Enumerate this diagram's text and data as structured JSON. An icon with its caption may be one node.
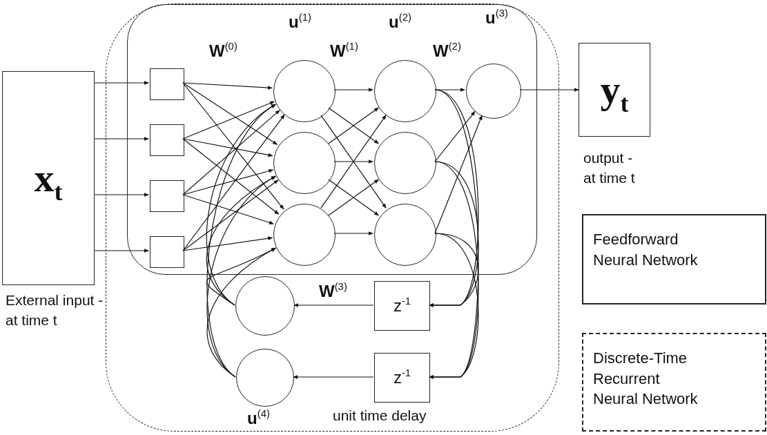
{
  "diagram": {
    "nodes": [
      {
        "text": [
          "x$_{t}$"
        ],
        "beside": [
          "External input - at time t"
        ]
      },
      {
        "text": [],
        "shape": "box"
      },
      {
        "text": [],
        "shape": "box",
        "in": 1
      },
      {
        "text": [],
        "shape": "box",
        "in": 2
      },
      {
        "text": [],
        "shape": "box",
        "in": 2
      },
      {
        "text": [],
        "shape": "box",
        "in": 2
      },
      {
        "text": [],
        "shape": "box",
        "in": 2
      },
      {
        "text": [],
        "shape": "circle",
        "in": 2
      },
      {
        "text": [],
        "shape": "circle",
        "in": 2
      },
      {
        "text": [],
        "shape": "circle",
        "in": 2
      },
      {
        "text": [],
        "shape": "circle",
        "in": 2
      },
      {
        "text": [],
        "shape": "circle",
        "in": 2
      },
      {
        "text": [],
        "shape": "circle",
        "in": 2
      },
      {
        "text": [],
        "shape": "circle",
        "in": 2
      },
      {
        "text": [],
        "shape": "circle",
        "in": 1
      },
      {
        "text": [],
        "shape": "circle",
        "in": 1
      },
      {
        "text": [
          "z$^{-1}$"
        ],
        "in": 1
      },
      {
        "text": [
          "z$^{-1}$"
        ],
        "in": 1
      },
      {
        "text": [
          "y$_{t}$"
        ],
        "beside": [
          "output - at time t"
        ]
      }
    ],
    "edges": [
      {
        "from": 0,
        "to": 3,
        "arrow": "to"
      },
      {
        "from": 0,
        "to": 4,
        "arrow": "to"
      },
      {
        "from": 0,
        "to": 5,
        "arrow": "to"
      },
      {
        "from": 0,
        "to": 6,
        "arrow": "to"
      },
      {
        "from": 3,
        "to": 7,
        "arrow": "to"
      },
      {
        "from": 3,
        "to": 8,
        "arrow": "to"
      },
      {
        "from": 3,
        "to": 9,
        "arrow": "to"
      },
      {
        "from": 4,
        "to": 7,
        "arrow": "to"
      },
      {
        "from": 4,
        "to": 8,
        "arrow": "to"
      },
      {
        "from": 4,
        "to": 9,
        "arrow": "to"
      },
      {
        "from": 5,
        "to": 7,
        "arrow": "to"
      },
      {
        "from": 5,
        "to": 8,
        "arrow": "to"
      },
      {
        "from": 5,
        "to": 9,
        "arrow": "to"
      },
      {
        "from": 6,
        "to": 7,
        "arrow": "to"
      },
      {
        "from": 6,
        "to": 8,
        "arrow": "to"
      },
      {
        "from": 6,
        "to": 9,
        "arrow": "to"
      },
      {
        "from": 14,
        "to": 7,
        "arrow": "to"
      },
      {
        "from": 14,
        "to": 8,
        "arrow": "to"
      },
      {
        "from": 14,
        "to": 9,
        "arrow": "to"
      },
      {
        "from": 15,
        "to": 7,
        "arrow": "to"
      },
      {
        "from": 15,
        "to": 8,
        "arrow": "to"
      },
      {
        "from": 15,
        "to": 9,
        "arrow": "to"
      },
      {
        "from": 7,
        "to": 10,
        "arrow": "to"
      },
      {
        "from": 7,
        "to": 11,
        "arrow": "to"
      },
      {
        "from": 7,
        "to": 12,
        "arrow": "to"
      },
      {
        "from": 8,
        "to": 10,
        "arrow": "to"
      },
      {
        "from": 8,
        "to": 11,
        "arrow": "to"
      },
      {
        "from": 8,
        "to": 12,
        "arrow": "to"
      },
      {
        "from": 9,
        "to": 10,
        "arrow": "to"
      },
      {
        "from": 9,
        "to": 11,
        "arrow": "to"
      },
      {
        "from": 9,
        "to": 12,
        "arrow": "to"
      },
      {
        "from": 10,
        "to": 13,
        "arrow": "to"
      },
      {
        "from": 11,
        "to": 13,
        "arrow": "to"
      },
      {
        "from": 12,
        "to": 13,
        "arrow": "to"
      },
      {
        "from": 10,
        "to": 16,
        "arrow": "to"
      },
      {
        "from": 11,
        "to": 16,
        "arrow": "to"
      },
      {
        "from": 12,
        "to": 16,
        "arrow": "to"
      },
      {
        "from": 10,
        "to": 17,
        "arrow": "to"
      },
      {
        "from": 11,
        "to": 17,
        "arrow": "to"
      },
      {
        "from": 12,
        "to": 17,
        "arrow": "to"
      },
      {
        "from": 16,
        "to": 14,
        "arrow": "to"
      },
      {
        "from": 17,
        "to": 15,
        "arrow": "to"
      },
      {
        "from": 13,
        "to": 18,
        "arrow": "to"
      }
    ],
    "labels": [
      "**u**$^{(1)}$",
      "**u**$^{(2)}$",
      "**u**$^{(3)}$",
      "**W**$^{(0)}$",
      "**W**$^{(1)}$",
      "**W**$^{(2)}$",
      "**W**$^{(3)}$",
      "**u**$^{(4)}$",
      "unit time delay"
    ],
    "legend": [
      {
        "text": "Feedforward Neural Network"
      },
      {
        "text": "Discrete-Time Recurrent Neural Network"
      }
    ]
  }
}
